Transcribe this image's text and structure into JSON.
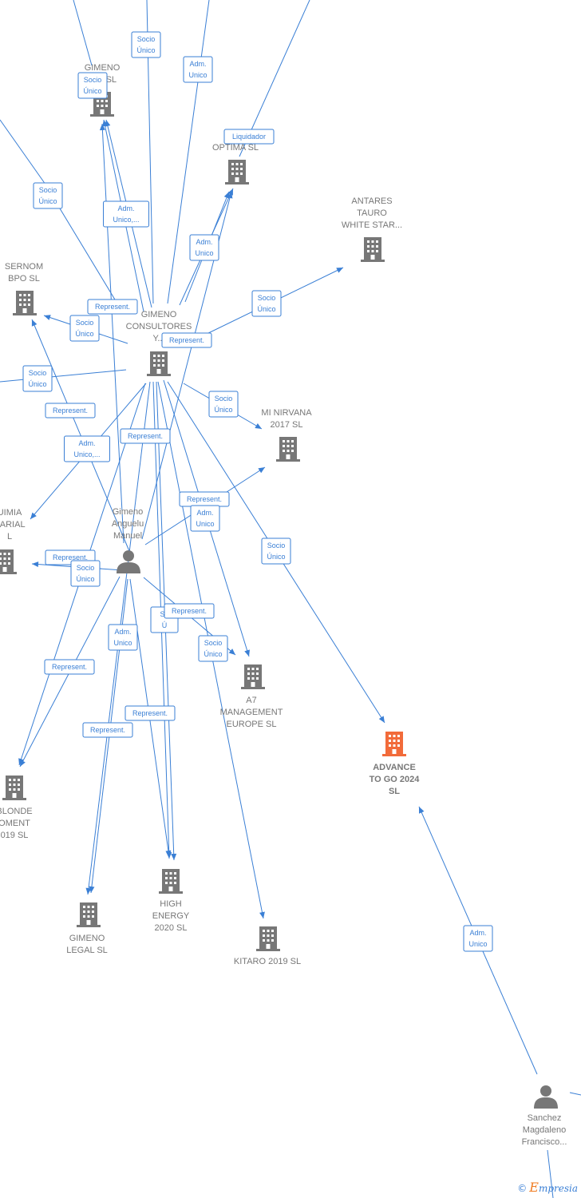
{
  "colors": {
    "edge": "#3a7fd5",
    "node": "#777777",
    "focus": "#f26b3a",
    "brand_accent": "#f07c22"
  },
  "nodes": [
    {
      "id": "gimeno_g",
      "type": "company",
      "label": [
        "GIMENO",
        "G   R  SL"
      ]
    },
    {
      "id": "optima",
      "type": "company",
      "label": [
        "A",
        "OPTIMA  SL"
      ]
    },
    {
      "id": "antares",
      "type": "company",
      "label": [
        "ANTARES",
        "TAURO",
        "WHITE STAR..."
      ]
    },
    {
      "id": "sernom",
      "type": "company",
      "label": [
        "SERNOM",
        "BPO  SL"
      ]
    },
    {
      "id": "consultores",
      "type": "company",
      "label": [
        "GIMENO",
        "CONSULTORES",
        "Y..."
      ]
    },
    {
      "id": "nirvana",
      "type": "company",
      "label": [
        "MI NIRVANA",
        "2017  SL"
      ]
    },
    {
      "id": "quimia",
      "type": "company",
      "label": [
        "UIMIA",
        "SARIAL",
        "L"
      ]
    },
    {
      "id": "person_gimeno",
      "type": "person",
      "label": [
        "Gimeno",
        "Anguelu",
        "Manuel"
      ]
    },
    {
      "id": "a7",
      "type": "company",
      "label": [
        "A7",
        "MANAGEMENT",
        "EUROPE  SL"
      ]
    },
    {
      "id": "advance",
      "type": "company",
      "focus": true,
      "label": [
        "ADVANCE",
        "TO GO 2024",
        "SL"
      ]
    },
    {
      "id": "blonde",
      "type": "company",
      "label": [
        "BLONDE",
        "OMENT",
        "019  SL"
      ]
    },
    {
      "id": "high_energy",
      "type": "company",
      "label": [
        "HIGH",
        "ENERGY",
        "2020  SL"
      ]
    },
    {
      "id": "gimeno_legal",
      "type": "company",
      "label": [
        "GIMENO",
        "LEGAL  SL"
      ]
    },
    {
      "id": "kitaro",
      "type": "company",
      "label": [
        "KITARO 2019  SL"
      ]
    },
    {
      "id": "sanchez",
      "type": "person",
      "label": [
        "Sanchez",
        "Magdaleno",
        "Francisco..."
      ]
    }
  ],
  "edge_labels": [
    [
      "Socio",
      "Único"
    ],
    [
      "Adm.",
      "Unico"
    ],
    [
      "Socio",
      "Único"
    ],
    [
      "Liquidador"
    ],
    [
      "Socio",
      "Único"
    ],
    [
      "Adm.",
      "Unico,..."
    ],
    [
      "Adm.",
      "Unico"
    ],
    [
      "Represent."
    ],
    [
      "Socio",
      "Único"
    ],
    [
      "Socio",
      "Único"
    ],
    [
      "Represent."
    ],
    [
      "Socio",
      "Único"
    ],
    [
      "Socio",
      "Único"
    ],
    [
      "Represent."
    ],
    [
      "Adm.",
      "Unico,..."
    ],
    [
      "Represent."
    ],
    [
      "Represent."
    ],
    [
      "Adm.",
      "Unico"
    ],
    [
      "Represent."
    ],
    [
      "Socio",
      "Único"
    ],
    [
      "Socio",
      "Único"
    ],
    [
      "So",
      "Ú"
    ],
    [
      "Represent."
    ],
    [
      "Adm.",
      "Unico"
    ],
    [
      "Socio",
      "Único"
    ],
    [
      "Represent."
    ],
    [
      "Represent."
    ],
    [
      "Represent."
    ],
    [
      "Adm.",
      "Unico"
    ]
  ],
  "brand": {
    "copyright": "©",
    "name_initial": "E",
    "name_rest": "mpresia"
  }
}
